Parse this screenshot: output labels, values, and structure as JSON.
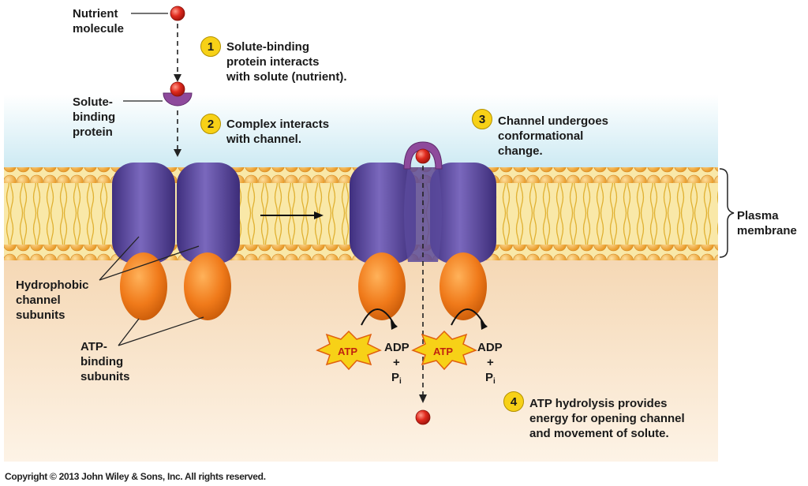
{
  "labels": {
    "nutrient_molecule": "Nutrient\nmolecule",
    "solute_binding_protein": "Solute-\nbinding\nprotein",
    "hydrophobic_channel_subunits": "Hydrophobic\nchannel\nsubunits",
    "atp_binding_subunits": "ATP-\nbinding\nsubunits",
    "plasma_membrane": "Plasma\nmembrane"
  },
  "steps": [
    {
      "number": "1",
      "text": "Solute-binding\nprotein interacts\nwith solute (nutrient)."
    },
    {
      "number": "2",
      "text": "Complex interacts\nwith channel."
    },
    {
      "number": "3",
      "text": "Channel undergoes\nconformational\nchange."
    },
    {
      "number": "4",
      "text": "ATP hydrolysis provides\nenergy for opening channel\nand movement of solute."
    }
  ],
  "reaction": {
    "atp": "ATP",
    "adp": "ADP",
    "plus": "+",
    "pi_main": "P",
    "pi_sub": "i"
  },
  "copyright": "Copyright © 2013 John Wiley & Sons, Inc. All rights reserved.",
  "colors": {
    "channel": "#5b4a9e",
    "atp_subunit": "#f07a1a",
    "lipid_head": "#f2a93b",
    "solute": "#e02a1e",
    "binding_protein": "#8e4a9c",
    "badge": "#f7d117"
  }
}
